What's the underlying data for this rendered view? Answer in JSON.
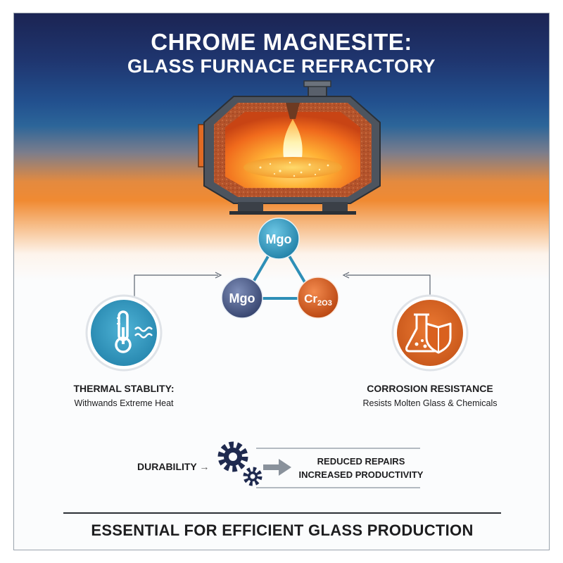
{
  "title": {
    "line1": "CHROME MAGNESITE:",
    "line2": "GLASS FURNACE REFRACTORY"
  },
  "molecule": {
    "top": "Mgo",
    "left": "Mgo",
    "right_main": "Cr",
    "right_sub": "2O3"
  },
  "thermal": {
    "heading": "THERMAL STABLITY:",
    "caption": "Withwands Extreme Heat",
    "icon": "thermometer-heat-icon"
  },
  "corrosion": {
    "heading": "CORROSION RESISTANCE",
    "caption": "Resists Molten Glass & Chemicals",
    "icon": "flask-shield-icon"
  },
  "durability": {
    "label": "DURABILITY",
    "arrow": "→",
    "result_line1": "REDUCED REPAIRS",
    "result_line2": "INCREASED PRODUCTIVITY",
    "icon": "gears-icon"
  },
  "footer": "ESSENTIAL FOR EFFICIENT GLASS PRODUCTION",
  "colors": {
    "navy": "#1b2453",
    "orange": "#f08a32",
    "teal": "#2e9bbf",
    "slate": "#4a5a86",
    "rust": "#d85a1d"
  }
}
